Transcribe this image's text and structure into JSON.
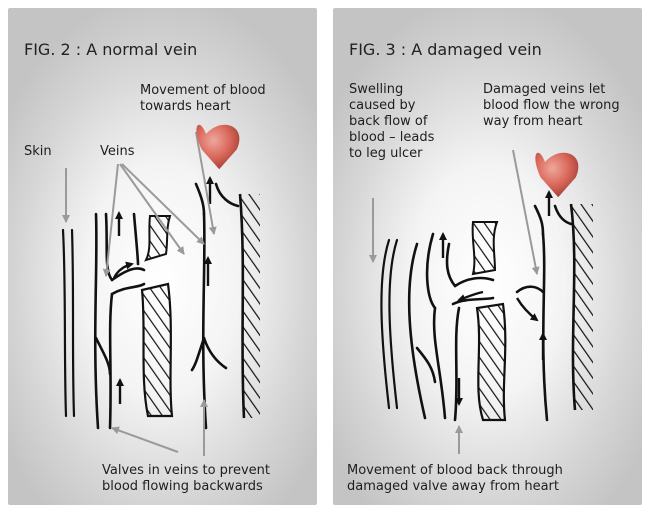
{
  "fig2": {
    "title": "FIG. 2 : A normal vein",
    "label_movement": [
      "Movement of blood",
      "towards heart"
    ],
    "label_skin": "Skin",
    "label_veins": "Veins",
    "label_valves": [
      "Valves in veins to prevent",
      "blood flowing backwards"
    ]
  },
  "fig3": {
    "title": "FIG. 3 : A damaged vein",
    "label_swelling": [
      "Swelling",
      "caused by",
      "back flow of",
      "blood – leads",
      "to leg ulcer"
    ],
    "label_damaged": [
      "Damaged veins let",
      "blood flow the wrong",
      "way from heart"
    ],
    "label_movement_back": [
      "Movement of blood back through",
      "damaged valve away from heart"
    ]
  },
  "colors": {
    "heart": "#d9675a",
    "pointer_arrow": "#9a9a9a",
    "ink": "#111111"
  },
  "icons": [
    "heart-icon",
    "heart-icon"
  ]
}
